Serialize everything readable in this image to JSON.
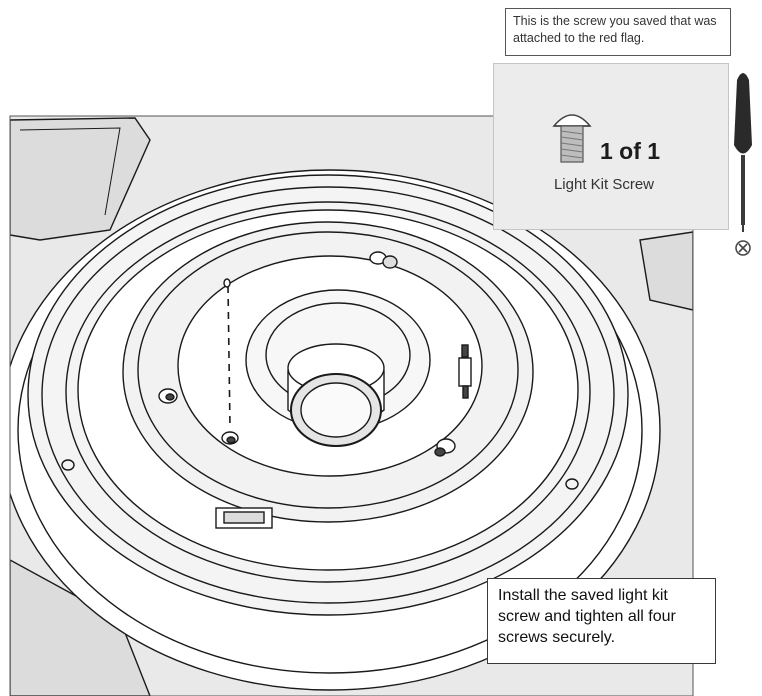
{
  "callout_top": "This is the screw you saved that was attached to the red flag.",
  "parts": {
    "quantity": "1 of 1",
    "name": "Light Kit Screw"
  },
  "instruction": "Install the saved light kit screw and tighten all four screws securely.",
  "icons": [
    "screw-icon",
    "screwdriver-icon",
    "phillips-head-icon"
  ]
}
